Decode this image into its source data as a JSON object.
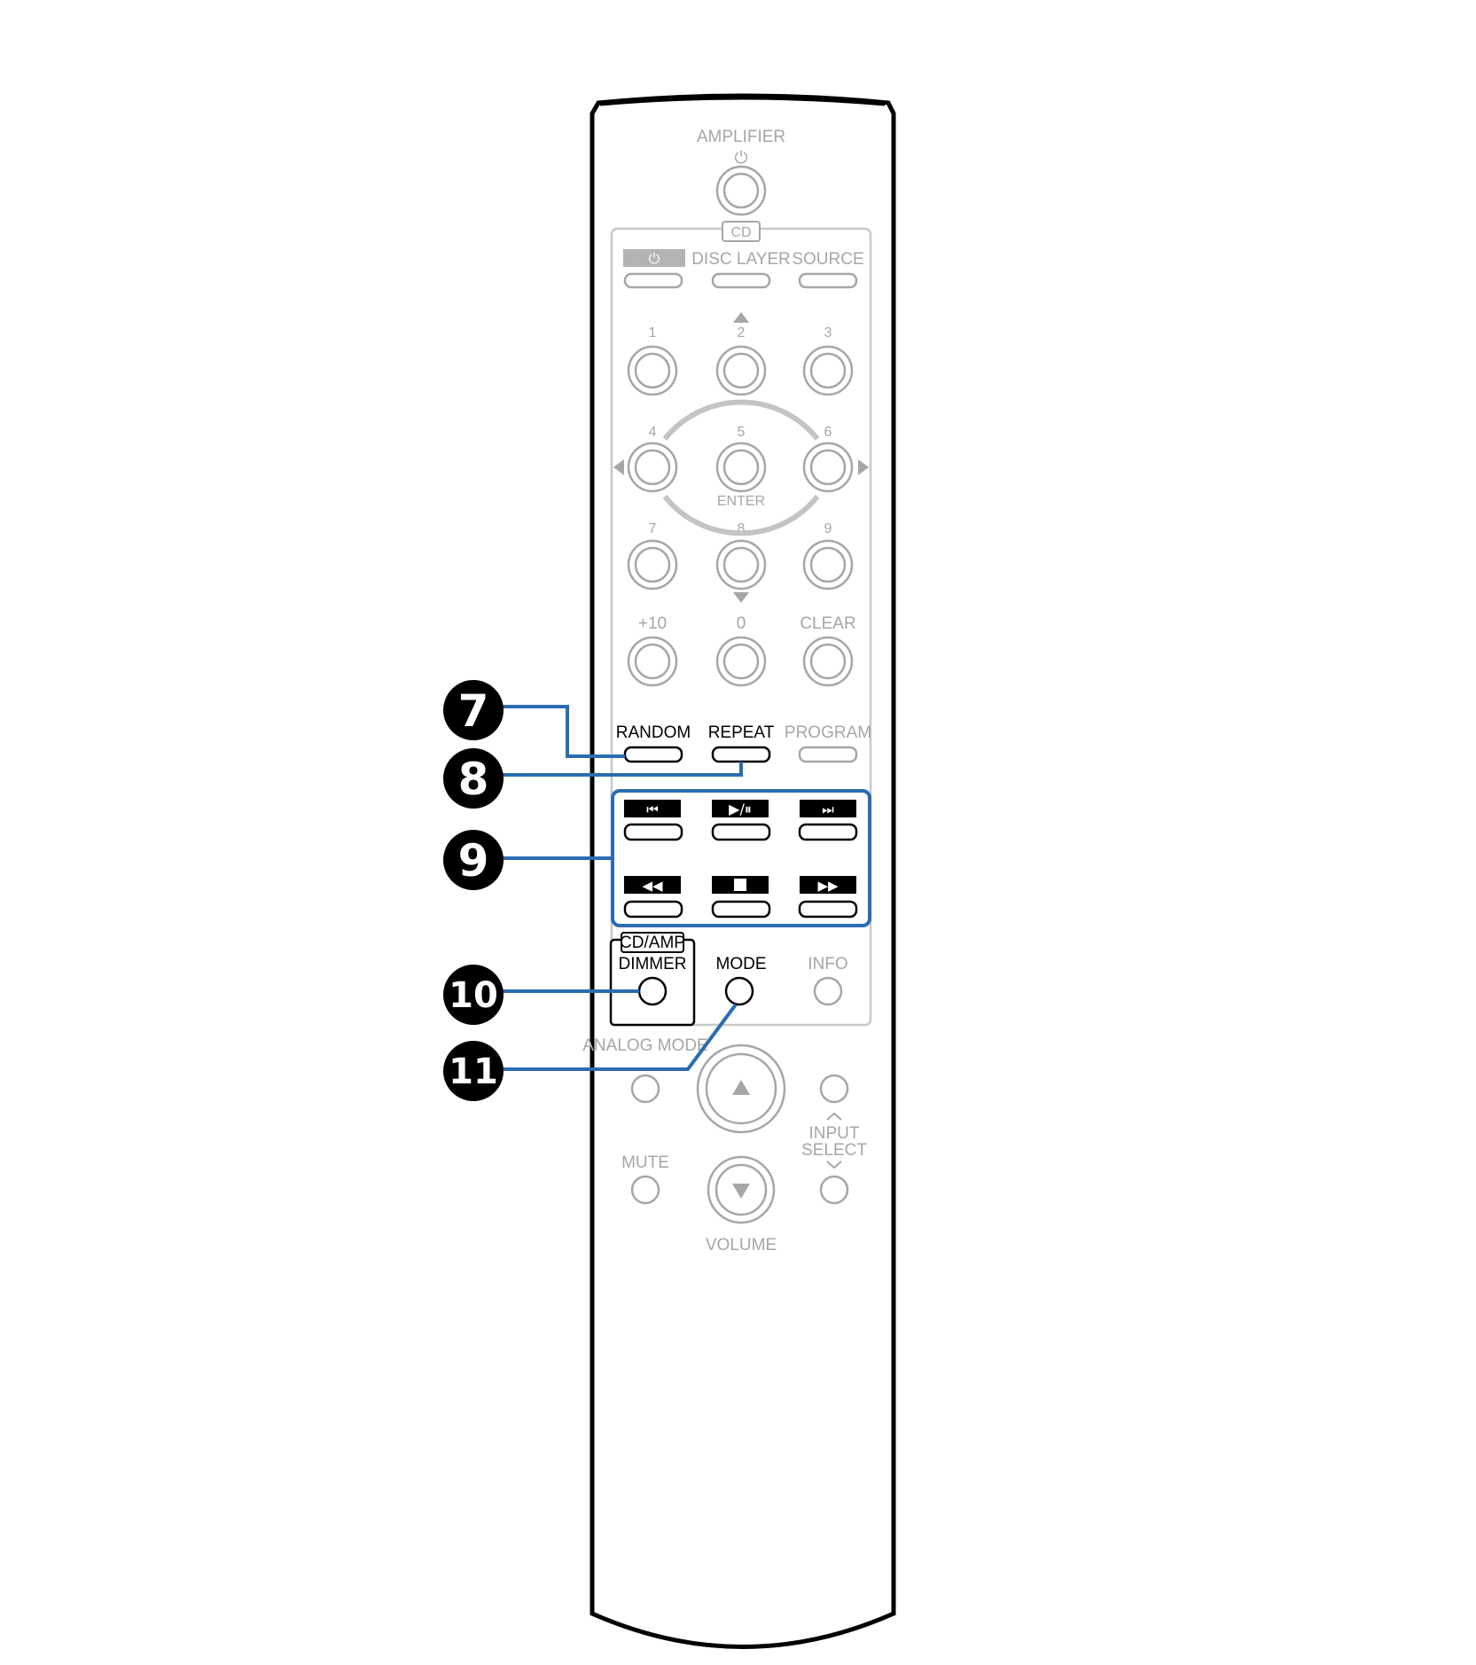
{
  "remote": {
    "top": {
      "amplifier_label": "AMPLIFIER",
      "cd_label": "CD"
    },
    "row_top": [
      "DISC LAYER",
      "SOURCE"
    ],
    "numbers": [
      "1",
      "2",
      "3",
      "4",
      "5",
      "6",
      "7",
      "8",
      "9",
      "+10",
      "0",
      "CLEAR"
    ],
    "enter_label": "ENTER",
    "play_row_labels": [
      "RANDOM",
      "REPEAT",
      "PROGRAM"
    ],
    "cd_amp_label": "CD/AMP",
    "dimmer_label": "DIMMER",
    "mode_label": "MODE",
    "info_label": "INFO",
    "analog_mode_label": "ANALOG MODE",
    "mute_label": "MUTE",
    "input_select_label_1": "INPUT",
    "input_select_label_2": "SELECT",
    "volume_label": "VOLUME"
  },
  "callouts": [
    "7",
    "8",
    "9",
    "10",
    "11"
  ],
  "colors": {
    "callout_line": "#2b6cb0",
    "inactive": "#a6a6a6",
    "active": "#000000"
  }
}
